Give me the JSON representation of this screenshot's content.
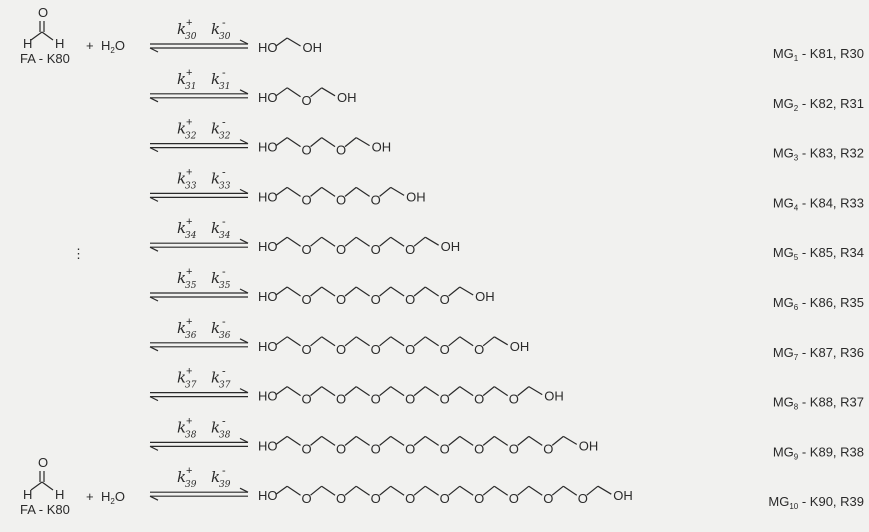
{
  "reagents": {
    "top": {
      "atom_o": "O",
      "atom_h_left": "H",
      "atom_h_right": "H",
      "label": "FA - K80",
      "plus": "+",
      "water": "H",
      "water_sub": "2",
      "water_o": "O"
    },
    "bottom": {
      "atom_o": "O",
      "atom_h_left": "H",
      "atom_h_right": "H",
      "label": "FA - K80",
      "plus": "+",
      "water": "H",
      "water_sub": "2",
      "water_o": "O"
    }
  },
  "dots": "⋮",
  "reactions": [
    {
      "k_index": "30",
      "k_plus": "+",
      "k_minus": "-",
      "oxygens": 0,
      "mg_sub": "1",
      "k_label": "K81",
      "r_label": "R30"
    },
    {
      "k_index": "31",
      "k_plus": "+",
      "k_minus": "-",
      "oxygens": 1,
      "mg_sub": "2",
      "k_label": "K82",
      "r_label": "R31"
    },
    {
      "k_index": "32",
      "k_plus": "+",
      "k_minus": "-",
      "oxygens": 2,
      "mg_sub": "3",
      "k_label": "K83",
      "r_label": "R32"
    },
    {
      "k_index": "33",
      "k_plus": "+",
      "k_minus": "-",
      "oxygens": 3,
      "mg_sub": "4",
      "k_label": "K84",
      "r_label": "R33"
    },
    {
      "k_index": "34",
      "k_plus": "+",
      "k_minus": "-",
      "oxygens": 4,
      "mg_sub": "5",
      "k_label": "K85",
      "r_label": "R34"
    },
    {
      "k_index": "35",
      "k_plus": "+",
      "k_minus": "-",
      "oxygens": 5,
      "mg_sub": "6",
      "k_label": "K86",
      "r_label": "R35"
    },
    {
      "k_index": "36",
      "k_plus": "+",
      "k_minus": "-",
      "oxygens": 6,
      "mg_sub": "7",
      "k_label": "K87",
      "r_label": "R36"
    },
    {
      "k_index": "37",
      "k_plus": "+",
      "k_minus": "-",
      "oxygens": 7,
      "mg_sub": "8",
      "k_label": "K88",
      "r_label": "R37"
    },
    {
      "k_index": "38",
      "k_plus": "+",
      "k_minus": "-",
      "oxygens": 8,
      "mg_sub": "9",
      "k_label": "K89",
      "r_label": "R38"
    },
    {
      "k_index": "39",
      "k_plus": "+",
      "k_minus": "-",
      "oxygens": 9,
      "mg_sub": "10",
      "k_label": "K90",
      "r_label": "R39"
    }
  ],
  "product_text": {
    "left": "HO",
    "bridge": "O",
    "right": "OH"
  },
  "label_text": {
    "prefix": "MG",
    "sep": " - ",
    "comma": ", "
  }
}
